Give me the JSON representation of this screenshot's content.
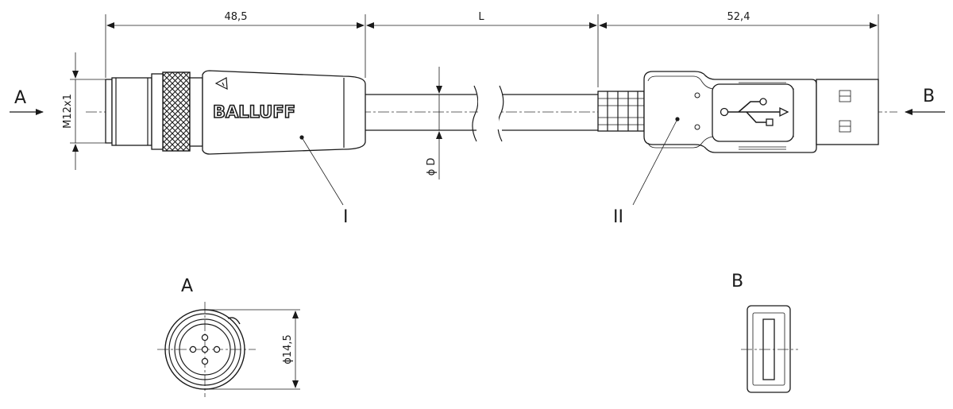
{
  "dimensions": {
    "left_length": "48,5",
    "cable_length": "L",
    "right_length": "52,4",
    "thread": "M12x1",
    "cable_diameter": "ϕ D",
    "face_diameter": "ϕ14,5"
  },
  "labels": {
    "view_a_arrow": "A",
    "view_b_arrow": "B",
    "part_one": "I",
    "part_two": "II",
    "view_a_title": "A",
    "view_b_title": "B"
  },
  "brand": "BALLUFF",
  "icons": [
    "usb-icon",
    "warning-triangle-icon"
  ]
}
